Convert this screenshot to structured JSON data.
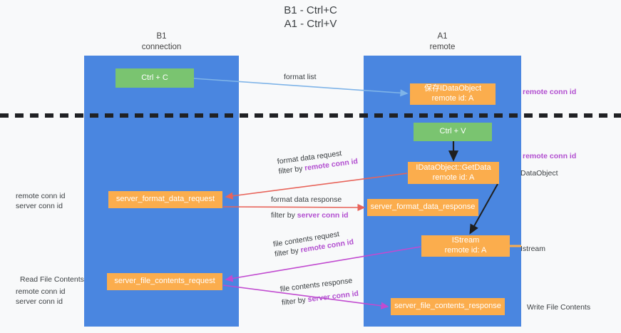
{
  "title": {
    "line1": "B1 - Ctrl+C",
    "line2": "A1 - Ctrl+V"
  },
  "lanes": [
    {
      "name": "b1",
      "title_line1": "B1",
      "title_line2": "connection",
      "color": "#4a86e0"
    },
    {
      "name": "a1",
      "title_line1": "A1",
      "title_line2": "remote",
      "color": "#4a86e0"
    }
  ],
  "colors": {
    "lane_blue": "#4a86e0",
    "node_green": "#7ac470",
    "node_orange": "#fbad4d",
    "accent_purple": "#b24fd0",
    "accent_green": "#4ea34a",
    "arrow_red": "#e8645a",
    "arrow_lightblue": "#7fb4e8",
    "arrow_magenta": "#c14bd0",
    "arrow_black": "#1f1f1f",
    "divider_black": "#202124",
    "background": "#f8f9fa"
  },
  "nodes": {
    "ctrl_c": {
      "label": "Ctrl + C",
      "color": "green"
    },
    "ctrl_v": {
      "label": "Ctrl + V",
      "color": "green"
    },
    "idataobject": {
      "line1": "保存IDataObject",
      "line2": "remote id: A",
      "color": "orange"
    },
    "getdata": {
      "line1": "IDataObject::GetData",
      "line2": "remote id: A",
      "color": "orange"
    },
    "server_format_data_request": {
      "label": "server_format_data_request",
      "color": "orange"
    },
    "server_format_data_response": {
      "label": "server_format_data_response",
      "color": "orange"
    },
    "istream": {
      "line1": "IStream",
      "line2": "remote id: A",
      "color": "orange"
    },
    "server_file_contents_request": {
      "label": "server_file_contents_request",
      "color": "orange"
    },
    "server_file_contents_response": {
      "label": "server_file_contents_response",
      "color": "orange"
    }
  },
  "edges": {
    "format_list": {
      "label": "format list"
    },
    "format_data_request": {
      "line1": "format data request",
      "filter_prefix": "filter by ",
      "filter_key": "remote conn id"
    },
    "format_data_response": {
      "line1": "format data response",
      "filter_prefix": "filter by ",
      "filter_key": "server conn id"
    },
    "file_contents_request": {
      "line1": "file contents request",
      "filter_prefix": "filter by ",
      "filter_key": "remote conn id"
    },
    "file_contents_response": {
      "line1": "file contents response",
      "filter_prefix": "filter by ",
      "filter_key": "server conn id"
    }
  },
  "annotations": {
    "remote_conn_id_top": "remote conn id",
    "remote_conn_id_mid": "remote conn id",
    "dataobject": "DataObject",
    "istream": "Istream",
    "write_file_contents": "Write File Contents",
    "read_file_contents": "Read File Contents",
    "left_ids": {
      "remote": "remote conn id",
      "server": "server conn id"
    }
  }
}
